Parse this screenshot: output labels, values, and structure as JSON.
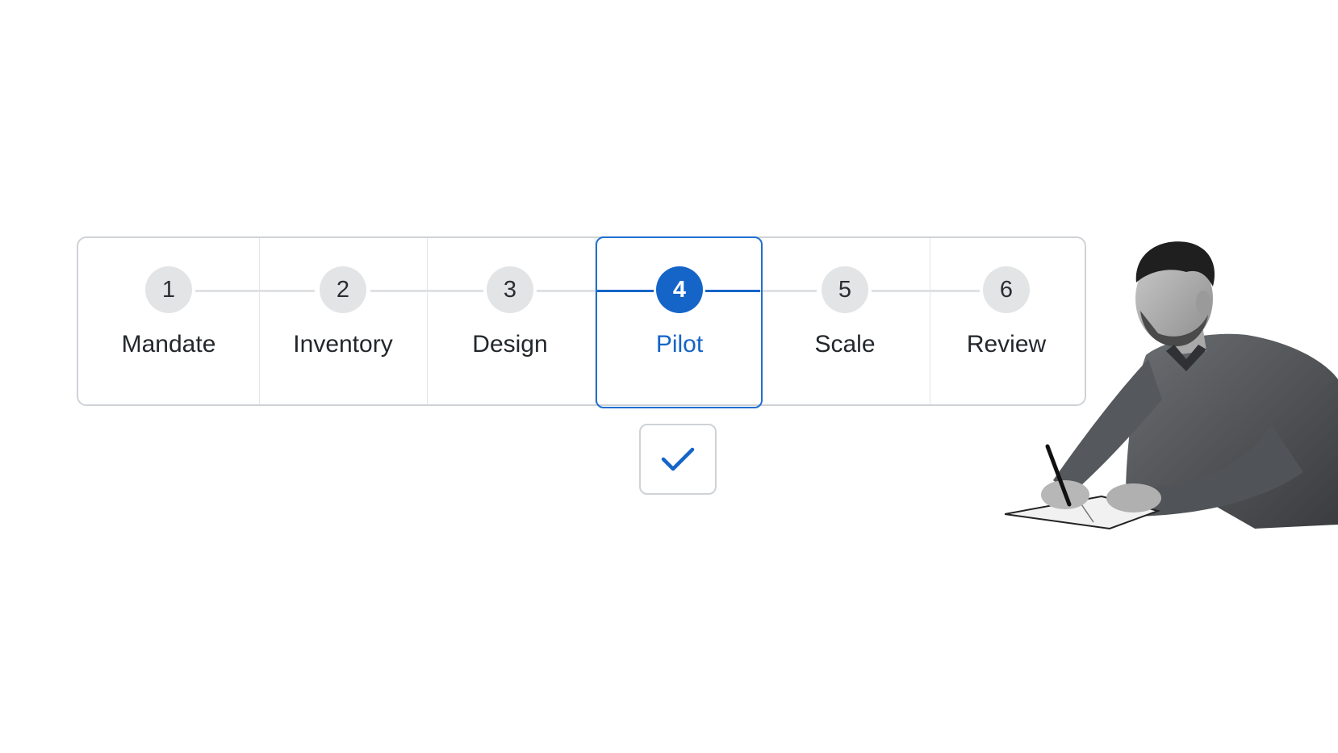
{
  "stepper": {
    "steps": [
      {
        "number": "1",
        "label": "Mandate"
      },
      {
        "number": "2",
        "label": "Inventory"
      },
      {
        "number": "3",
        "label": "Design"
      },
      {
        "number": "4",
        "label": "Pilot"
      },
      {
        "number": "5",
        "label": "Scale"
      },
      {
        "number": "6",
        "label": "Review"
      }
    ],
    "active_step": 4
  },
  "confirm": {
    "icon": "checkmark-icon"
  },
  "photo": {
    "subject": "person-writing-in-notebook"
  },
  "colors": {
    "accent": "#1565c8",
    "inactive_circle": "#e3e4e6",
    "border": "#cfd2d6"
  }
}
